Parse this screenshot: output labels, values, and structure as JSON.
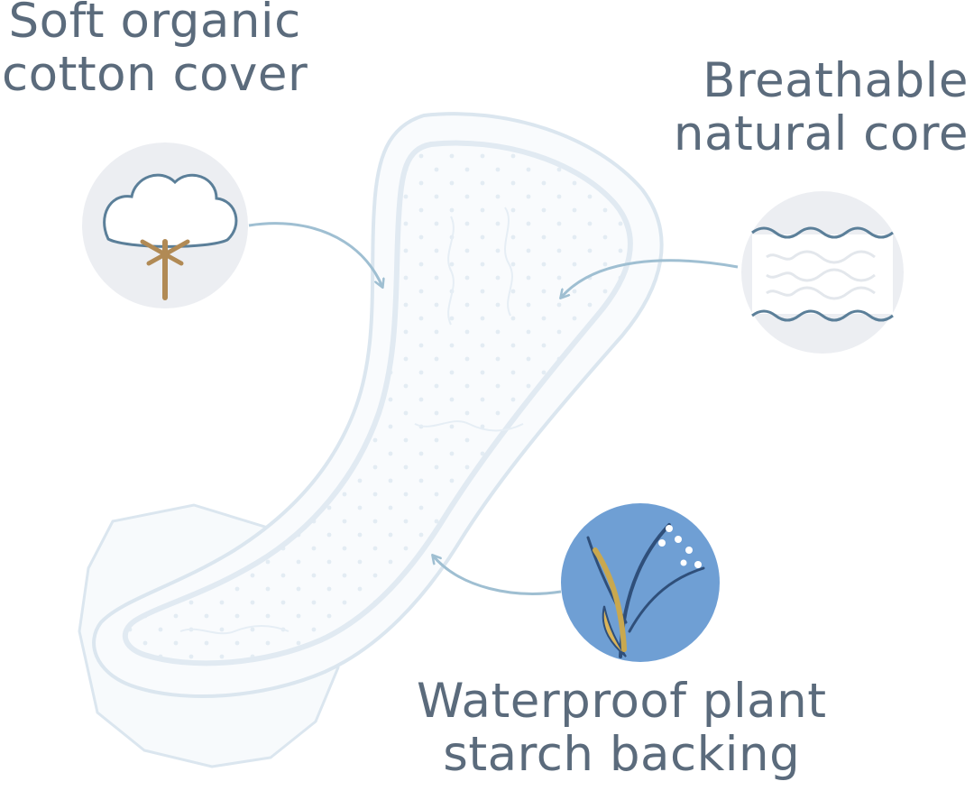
{
  "labels": {
    "cotton": {
      "line1": "Soft organic",
      "line2": "cotton cover"
    },
    "core": {
      "line1": "Breathable",
      "line2": "natural core"
    },
    "backing": {
      "line1": "Waterproof plant",
      "line2": "starch backing"
    }
  },
  "icons": {
    "cotton": "cotton-boll-icon",
    "core": "fiber-layer-icon",
    "backing": "plant-stalk-icon"
  },
  "colors": {
    "text": "#5b6b7c",
    "arrow": "#9fbfd2",
    "pad_outline": "#dbe6ef",
    "icon_circle_grey": "#eceef2",
    "icon_circle_blue": "#6f9fd4",
    "cotton_stem": "#b18a55"
  }
}
